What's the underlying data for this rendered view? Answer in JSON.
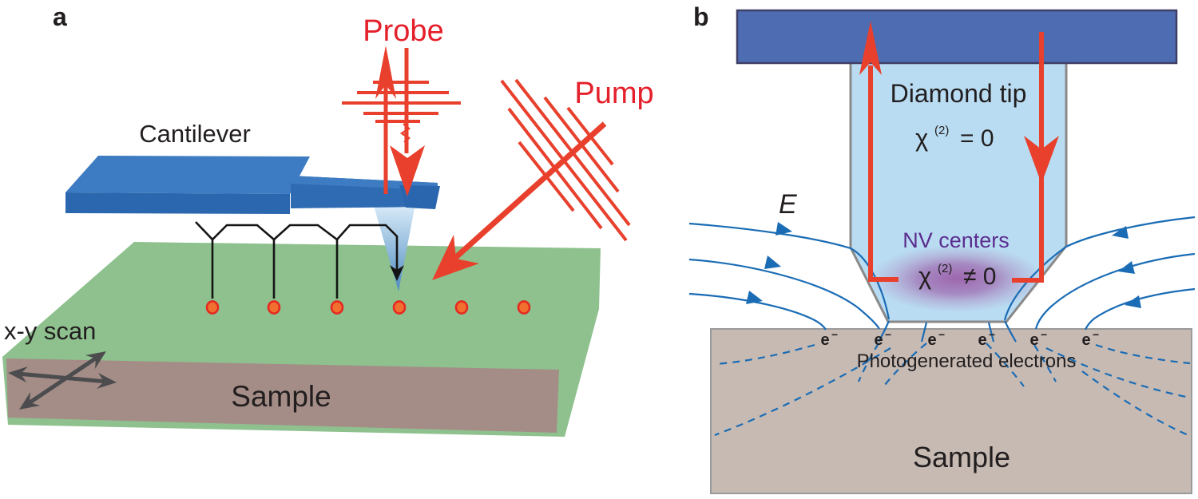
{
  "panel_a": {
    "label": "a",
    "cantilever_label": "Cantilever",
    "probe_label": "Probe",
    "pump_label": "Pump",
    "xy_scan_label": "x-y scan",
    "sample_label": "Sample"
  },
  "panel_b": {
    "label": "b",
    "diamond_tip_label": "Diamond tip",
    "chi_symbol": "χ",
    "chi_sup": "(2)",
    "chi_equals_zero": "= 0",
    "nv_centers_label": "NV centers",
    "chi_not_equal_zero": "≠ 0",
    "e_field_label": "E",
    "electron_base": "e",
    "electron_sup": "−",
    "photogenerated_label": "Photogenerated electrons",
    "sample_label": "Sample"
  },
  "colors": {
    "slab_green": "#8ec18e",
    "slab_front_mauve": "#a48d87",
    "cantilever_top_blue": "#3d7cc2",
    "cantilever_front_blue": "#2b67ae",
    "tip_pad_blue": "#2a66ad",
    "beam_red": "#e8402d",
    "label_red": "#e4202a",
    "dot_fill": "#f17030",
    "dot_stroke": "#e42a22",
    "scan_arrow_gray": "#4c4c4e",
    "bar_blue": "#4e6cb2",
    "bar_outline": "#3f3f66",
    "diamond_fill": "#b9dcf2",
    "diamond_outline": "#898989",
    "field_blue": "#1a6cb5",
    "nv_purple_text": "#5b2d8e",
    "nv_glow_purple": "#96469b",
    "sample_b_fill": "#c6bab3",
    "sample_b_outline": "#9a9a9a",
    "molecule_black": "#141414"
  }
}
